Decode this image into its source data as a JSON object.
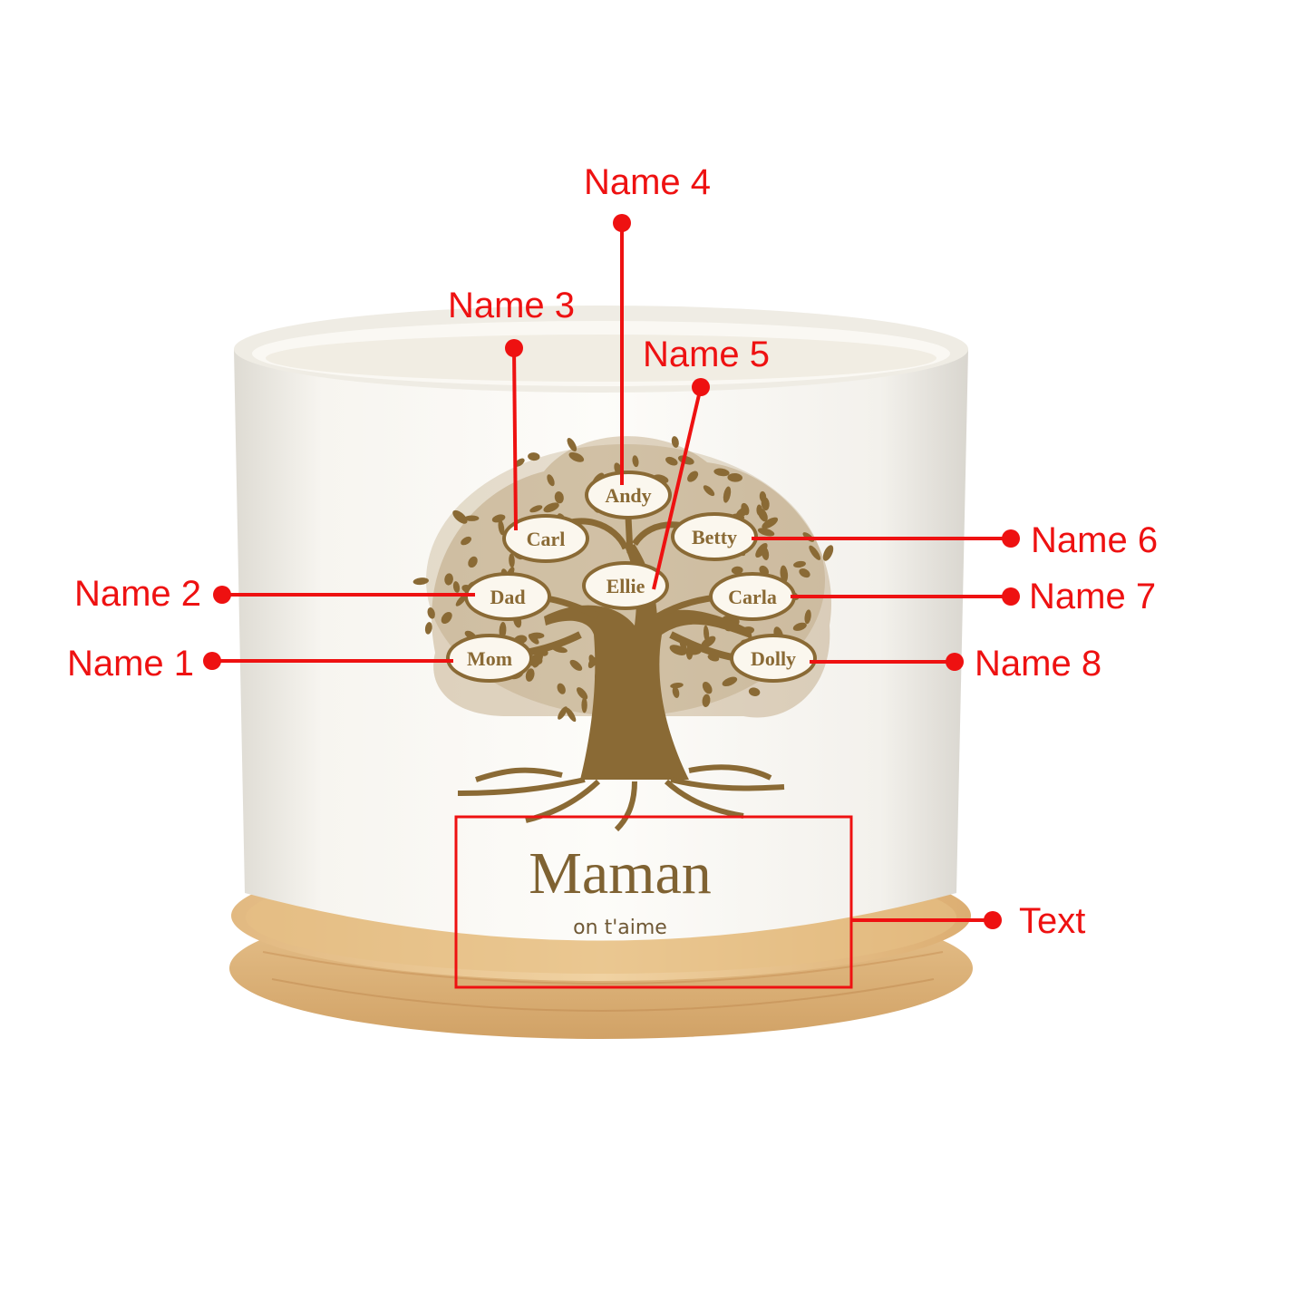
{
  "colors": {
    "callout": "#ee1111",
    "engraving": "#8a6a35",
    "ceramic": "#f8f6f1",
    "saucer": "#ddb27a"
  },
  "tree_names": {
    "name1": "Mom",
    "name2": "Dad",
    "name3": "Carl",
    "name4": "Andy",
    "name5": "Ellie",
    "name6": "Betty",
    "name7": "Carla",
    "name8": "Dolly"
  },
  "callouts": {
    "name1": "Name 1",
    "name2": "Name 2",
    "name3": "Name 3",
    "name4": "Name 4",
    "name5": "Name 5",
    "name6": "Name 6",
    "name7": "Name 7",
    "name8": "Name 8",
    "text": "Text"
  },
  "engraved_text": {
    "main": "Maman",
    "sub": "on t'aime"
  }
}
